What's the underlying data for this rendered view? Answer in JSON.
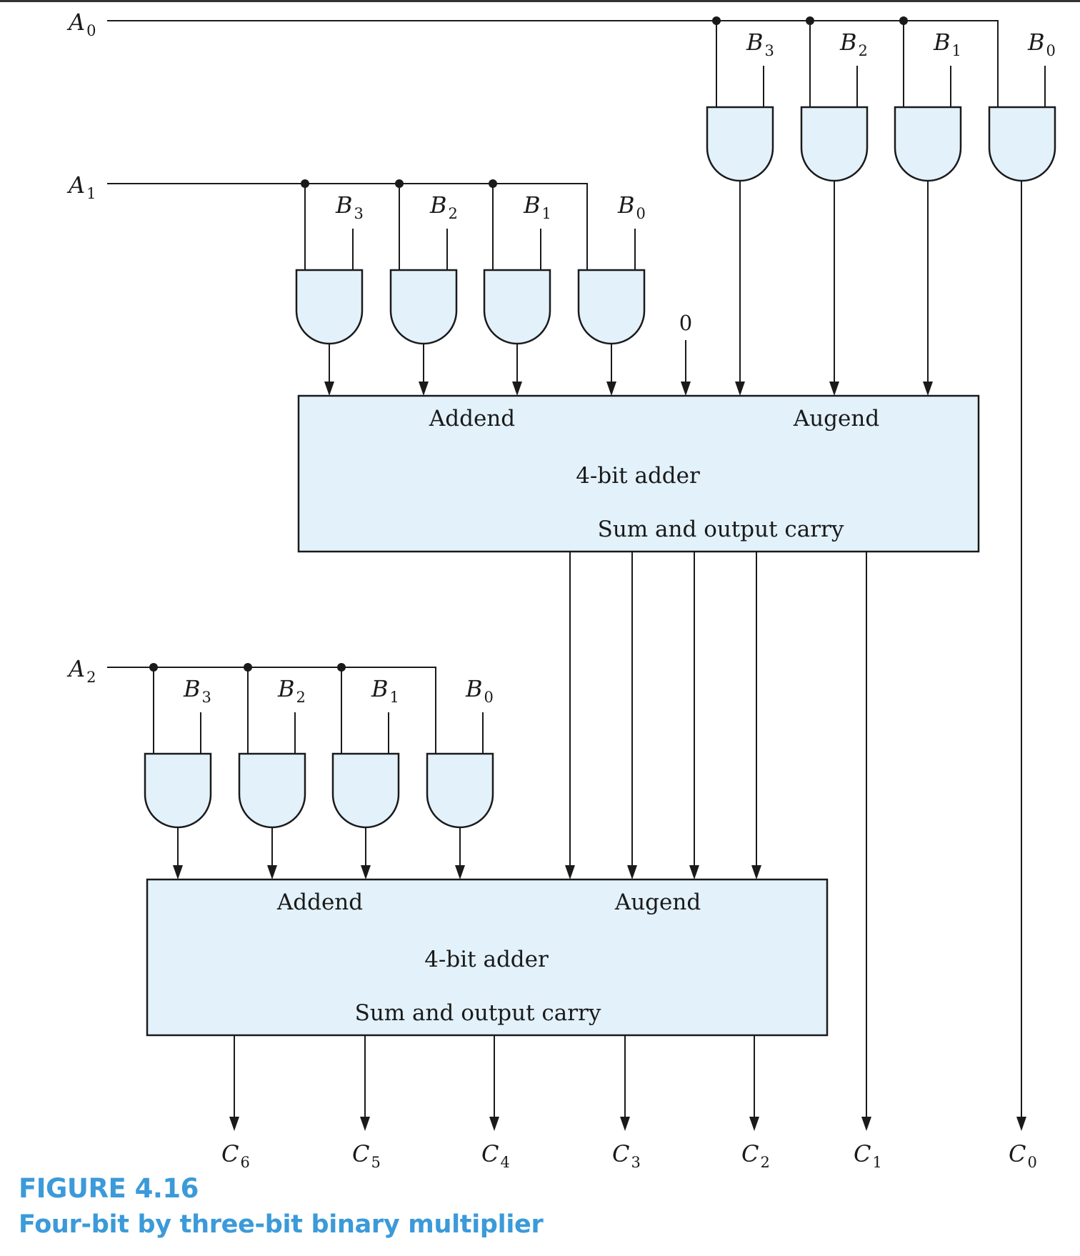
{
  "figure": {
    "number": "FIGURE 4.16",
    "title": "Four-bit by three-bit binary multiplier"
  },
  "rows": [
    {
      "a_name": "A",
      "a_sub": "0",
      "inputs": [
        {
          "n": "B",
          "s": "3"
        },
        {
          "n": "B",
          "s": "2"
        },
        {
          "n": "B",
          "s": "1"
        },
        {
          "n": "B",
          "s": "0"
        }
      ]
    },
    {
      "a_name": "A",
      "a_sub": "1",
      "inputs": [
        {
          "n": "B",
          "s": "3"
        },
        {
          "n": "B",
          "s": "2"
        },
        {
          "n": "B",
          "s": "1"
        },
        {
          "n": "B",
          "s": "0"
        }
      ]
    },
    {
      "a_name": "A",
      "a_sub": "2",
      "inputs": [
        {
          "n": "B",
          "s": "3"
        },
        {
          "n": "B",
          "s": "2"
        },
        {
          "n": "B",
          "s": "1"
        },
        {
          "n": "B",
          "s": "0"
        }
      ]
    }
  ],
  "zero_input": "0",
  "adders": [
    {
      "addend": "Addend",
      "augend": "Augend",
      "name": "4-bit adder",
      "output": "Sum and output carry"
    },
    {
      "addend": "Addend",
      "augend": "Augend",
      "name": "4-bit adder",
      "output": "Sum and output carry"
    }
  ],
  "outputs": [
    {
      "n": "C",
      "s": "6"
    },
    {
      "n": "C",
      "s": "5"
    },
    {
      "n": "C",
      "s": "4"
    },
    {
      "n": "C",
      "s": "3"
    },
    {
      "n": "C",
      "s": "2"
    },
    {
      "n": "C",
      "s": "1"
    },
    {
      "n": "C",
      "s": "0"
    }
  ],
  "colors": {
    "fill": "#e2f1fa",
    "caption": "#3b9ad9",
    "line": "#1a1a1a"
  }
}
